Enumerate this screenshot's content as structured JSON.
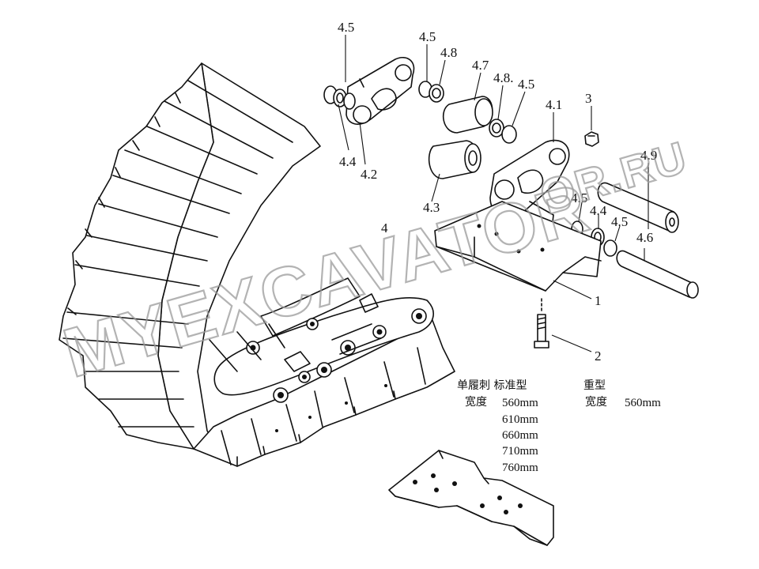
{
  "labels": {
    "l45_top": "4.5",
    "l45_a": "4.5",
    "l48_a": "4.8",
    "l47": "4.7",
    "l48_b": "4.8.",
    "l45_b": "4.5",
    "l41": "4.1",
    "l3": "3",
    "l44_a": "4.4",
    "l42": "4.2",
    "l49": "4.9",
    "l43": "4.3",
    "l4": "4",
    "l45_c": "4.5",
    "l44_b": "4.4",
    "l45_d": "4.5",
    "l46": "4.6",
    "l1": "1",
    "l2": "2"
  },
  "specs": {
    "standard_header": "单履刺 标准型",
    "heavy_header": "重型",
    "width_label_std": "宽度",
    "width_label_heavy": "宽度",
    "standard_widths": [
      "560mm",
      "610mm",
      "660mm",
      "710mm",
      "760mm"
    ],
    "heavy_width": "560mm"
  },
  "watermarks": {
    "main": "MYEXCAVATOR",
    "top": "OR.RU"
  }
}
